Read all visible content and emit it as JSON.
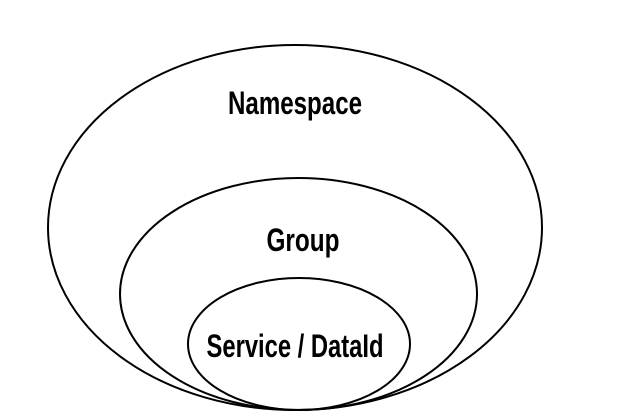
{
  "diagram": {
    "type": "nested-ellipses",
    "background_color": "#ffffff",
    "stroke_color": "#000000",
    "text_color": "#000000",
    "rings": [
      {
        "label": "Namespace"
      },
      {
        "label": "Group"
      },
      {
        "label": "Service / DataId"
      }
    ]
  }
}
